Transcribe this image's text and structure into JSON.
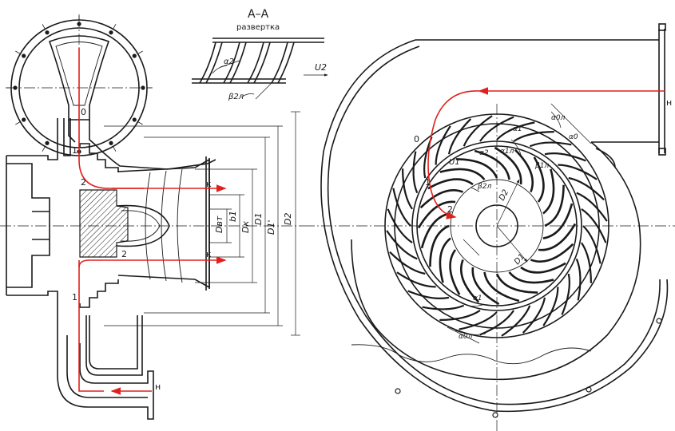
{
  "colors": {
    "ink": "#1a1a1a",
    "flow": "#e0201c",
    "background": "#ffffff"
  },
  "section": {
    "title": "А–А",
    "subtitle": "развертка",
    "labels": {
      "alpha2": "α2",
      "beta2l": "β2л",
      "u2": "U2"
    }
  },
  "left_view": {
    "labels": {
      "p0": "0",
      "p1_top": "1",
      "p2_top": "2",
      "k_top": "к",
      "p2_bottom": "2",
      "k_bottom": "к",
      "p1_bottom": "1",
      "h": "н"
    },
    "dimensions": {
      "d_vt": "Dвт",
      "b": "b1",
      "d_k": "Dк",
      "d1": "D1",
      "d1p": "D1'",
      "d2": "D2"
    }
  },
  "right_view": {
    "labels": {
      "h": "н",
      "p0": "0",
      "p1": "1",
      "p2": "2",
      "alpha0l": "α0л",
      "alpha1": "α1",
      "alpha1l": "α1л",
      "alpha0": "α0",
      "alpha2": "α2",
      "beta1l": "β1л",
      "u1": "U1",
      "beta2l": "β2л",
      "d2": "D2",
      "d1": "D1",
      "alpha1_low": "α1",
      "alpha0l_low": "α0л"
    }
  }
}
